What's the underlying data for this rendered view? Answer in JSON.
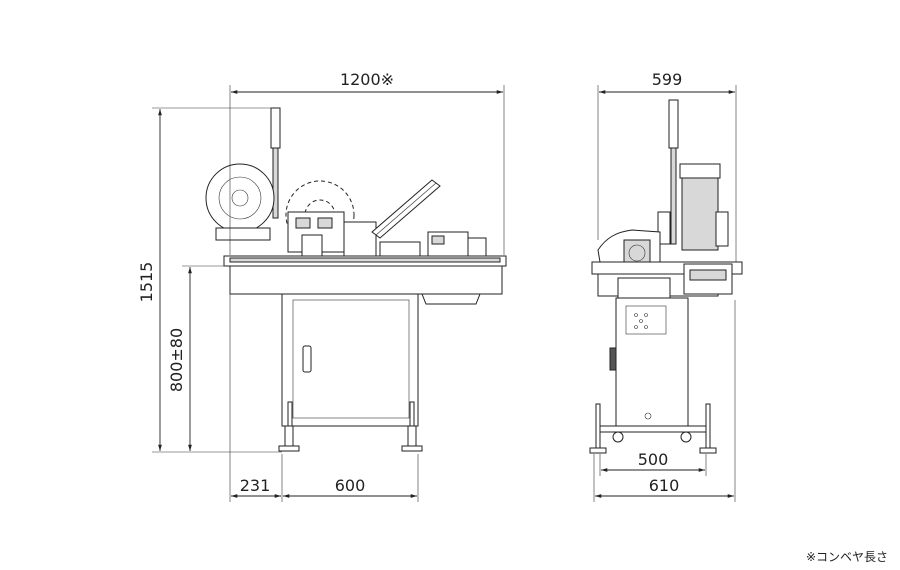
{
  "front_view": {
    "overall_length": "1200※",
    "overall_height": "1515",
    "table_height": "800±80",
    "left_overhang": "231",
    "cabinet_width": "600"
  },
  "side_view": {
    "overall_depth": "599",
    "base_inner_width": "500",
    "base_outer_width": "610"
  },
  "footnote": "※コンベヤ長さ"
}
